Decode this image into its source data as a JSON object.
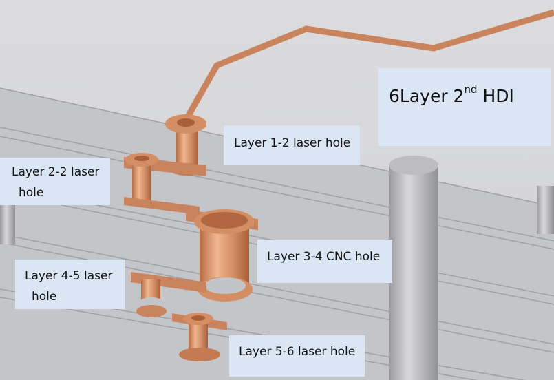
{
  "labels": {
    "layer_1_2": "Layer 1-2 laser hole",
    "layer_2_2_line1": "Layer 2-2 laser",
    "layer_2_2_line2": "hole",
    "layer_3_4": "Layer 3-4 CNC hole",
    "layer_4_5_line1": "Layer 4-5 laser",
    "layer_4_5_line2": "hole",
    "layer_5_6": "Layer 5-6 laser hole"
  },
  "title": {
    "main": "6Layer 2",
    "superscript": "nd",
    "suffix": " HDI"
  },
  "colors": {
    "board": "#c9cacd",
    "board_top": "#d6d7d9",
    "copper": "#c9845e",
    "copper_light": "#e9b28d",
    "label_bg": "#dbe6f5"
  }
}
